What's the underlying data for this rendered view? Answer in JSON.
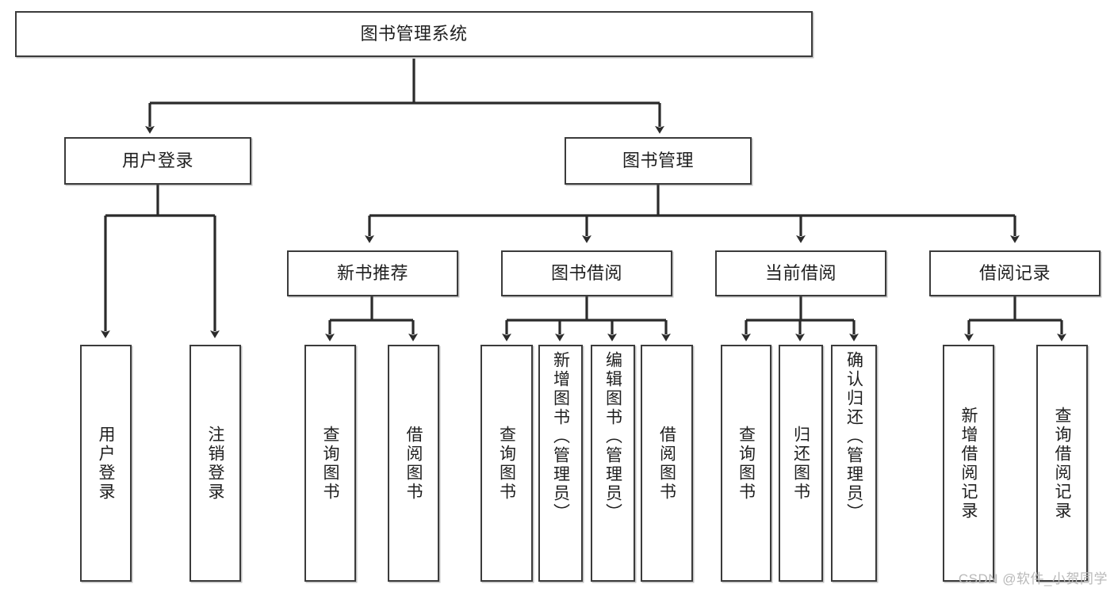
{
  "diagram": {
    "title": "图书管理系统",
    "type": "tree-hierarchy",
    "watermark": "CSDN @软件_小贺同学",
    "line_color": "#3b3b3b",
    "box_fill": "#ffffff",
    "text_color": "#1f1f1f",
    "watermark_color": "#b9b9b9",
    "nodes": {
      "root": {
        "label": "图书管理系统"
      },
      "level2": [
        {
          "label": "用户登录"
        },
        {
          "label": "图书管理"
        }
      ],
      "level3": [
        {
          "label": "新书推荐"
        },
        {
          "label": "图书借阅"
        },
        {
          "label": "当前借阅"
        },
        {
          "label": "借阅记录"
        }
      ],
      "leaves": {
        "user_login": [
          {
            "label": "用户登录"
          },
          {
            "label": "注销登录"
          }
        ],
        "new_book": [
          {
            "label": "查询图书"
          },
          {
            "label": "借阅图书"
          }
        ],
        "book_borrow": [
          {
            "label": "查询图书"
          },
          {
            "label": "新增图书（管理员）"
          },
          {
            "label": "编辑图书（管理员）"
          },
          {
            "label": "借阅图书"
          }
        ],
        "current_borrow": [
          {
            "label": "查询图书"
          },
          {
            "label": "归还图书"
          },
          {
            "label": "确认归还（管理员）"
          }
        ],
        "borrow_record": [
          {
            "label": "新增借阅记录"
          },
          {
            "label": "查询借阅记录"
          }
        ]
      }
    }
  }
}
